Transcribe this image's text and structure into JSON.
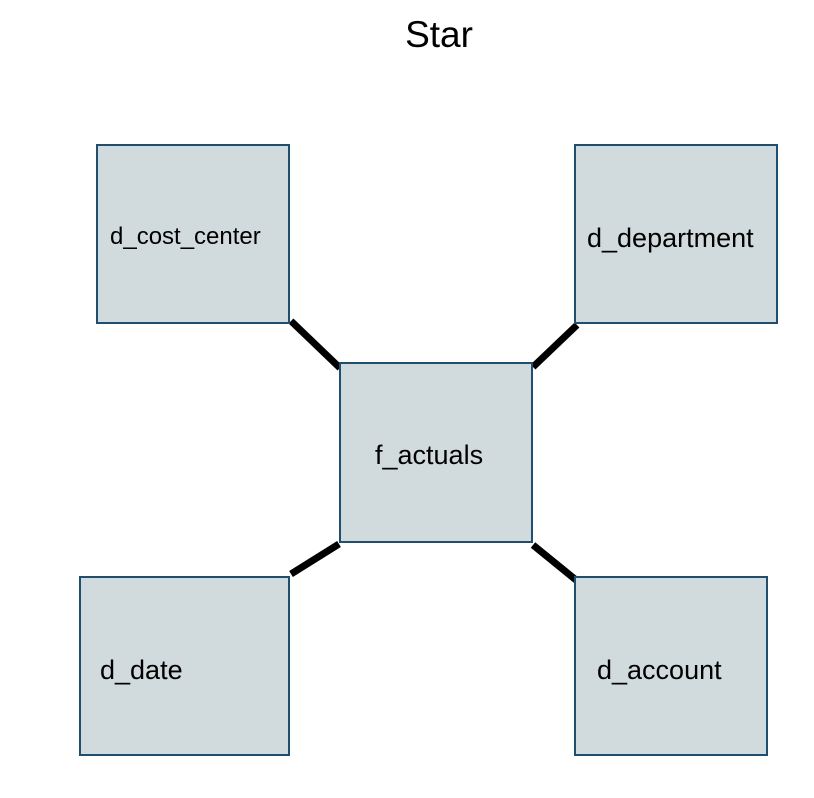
{
  "title": "Star",
  "colors": {
    "node_fill": "#d1dadd",
    "node_border": "#1f4e6e",
    "connector": "#000000"
  },
  "nodes": {
    "center": {
      "label": "f_actuals"
    },
    "top_left": {
      "label": "d_cost_center"
    },
    "top_right": {
      "label": "d_department"
    },
    "bottom_left": {
      "label": "d_date"
    },
    "bottom_right": {
      "label": "d_account"
    }
  },
  "edges": [
    {
      "from": "f_actuals",
      "to": "d_cost_center"
    },
    {
      "from": "f_actuals",
      "to": "d_department"
    },
    {
      "from": "f_actuals",
      "to": "d_date"
    },
    {
      "from": "f_actuals",
      "to": "d_account"
    }
  ]
}
